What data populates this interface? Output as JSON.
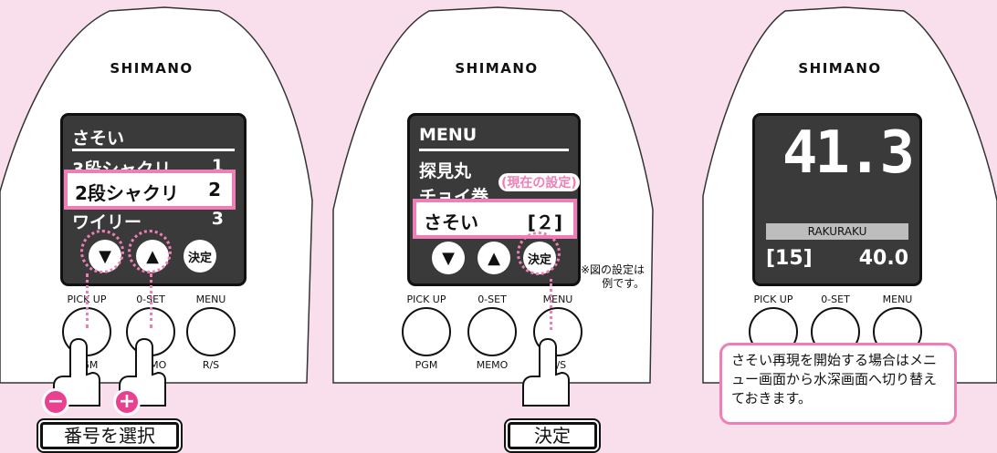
{
  "brand": "SHIMANO",
  "buttons": {
    "pickup": "PICK UP",
    "oset": "0-SET",
    "menu": "MENU",
    "pgm": "PGM",
    "memo": "MEMO",
    "rs": "R/S"
  },
  "panel1": {
    "title": "さそい",
    "items": [
      {
        "label": "3段シャクリ",
        "value": "1"
      },
      {
        "label": "2段シャクリ",
        "value": "2"
      },
      {
        "label": "ワイリー",
        "value": "3"
      }
    ],
    "soft_down": "▼",
    "soft_up": "▲",
    "soft_ok": "決定",
    "minus": "−",
    "plus": "+",
    "caption": "番号を選択"
  },
  "panel2": {
    "title": "MENU",
    "items": [
      {
        "label": "探見丸",
        "value": ""
      },
      {
        "label": "チョイ巻",
        "value": ""
      }
    ],
    "current_tag": "(現在の設定)",
    "selected_label": "さそい",
    "selected_value": "[２]",
    "soft_down": "▼",
    "soft_up": "▲",
    "soft_ok": "決定",
    "note": "※図の設定は例です。",
    "caption": "決定"
  },
  "panel3": {
    "depth": "41.3",
    "mode": "RAKURAKU",
    "count": "[15]",
    "speed": "40.0",
    "callout": "さそい再現を開始する場合はメニュー画面から水深画面へ切り替えておきます。"
  },
  "colors": {
    "background": "#f9dfec",
    "accent": "#ee7fb6",
    "screen": "#3a3a3a",
    "hand_icon": "#e9418f"
  }
}
